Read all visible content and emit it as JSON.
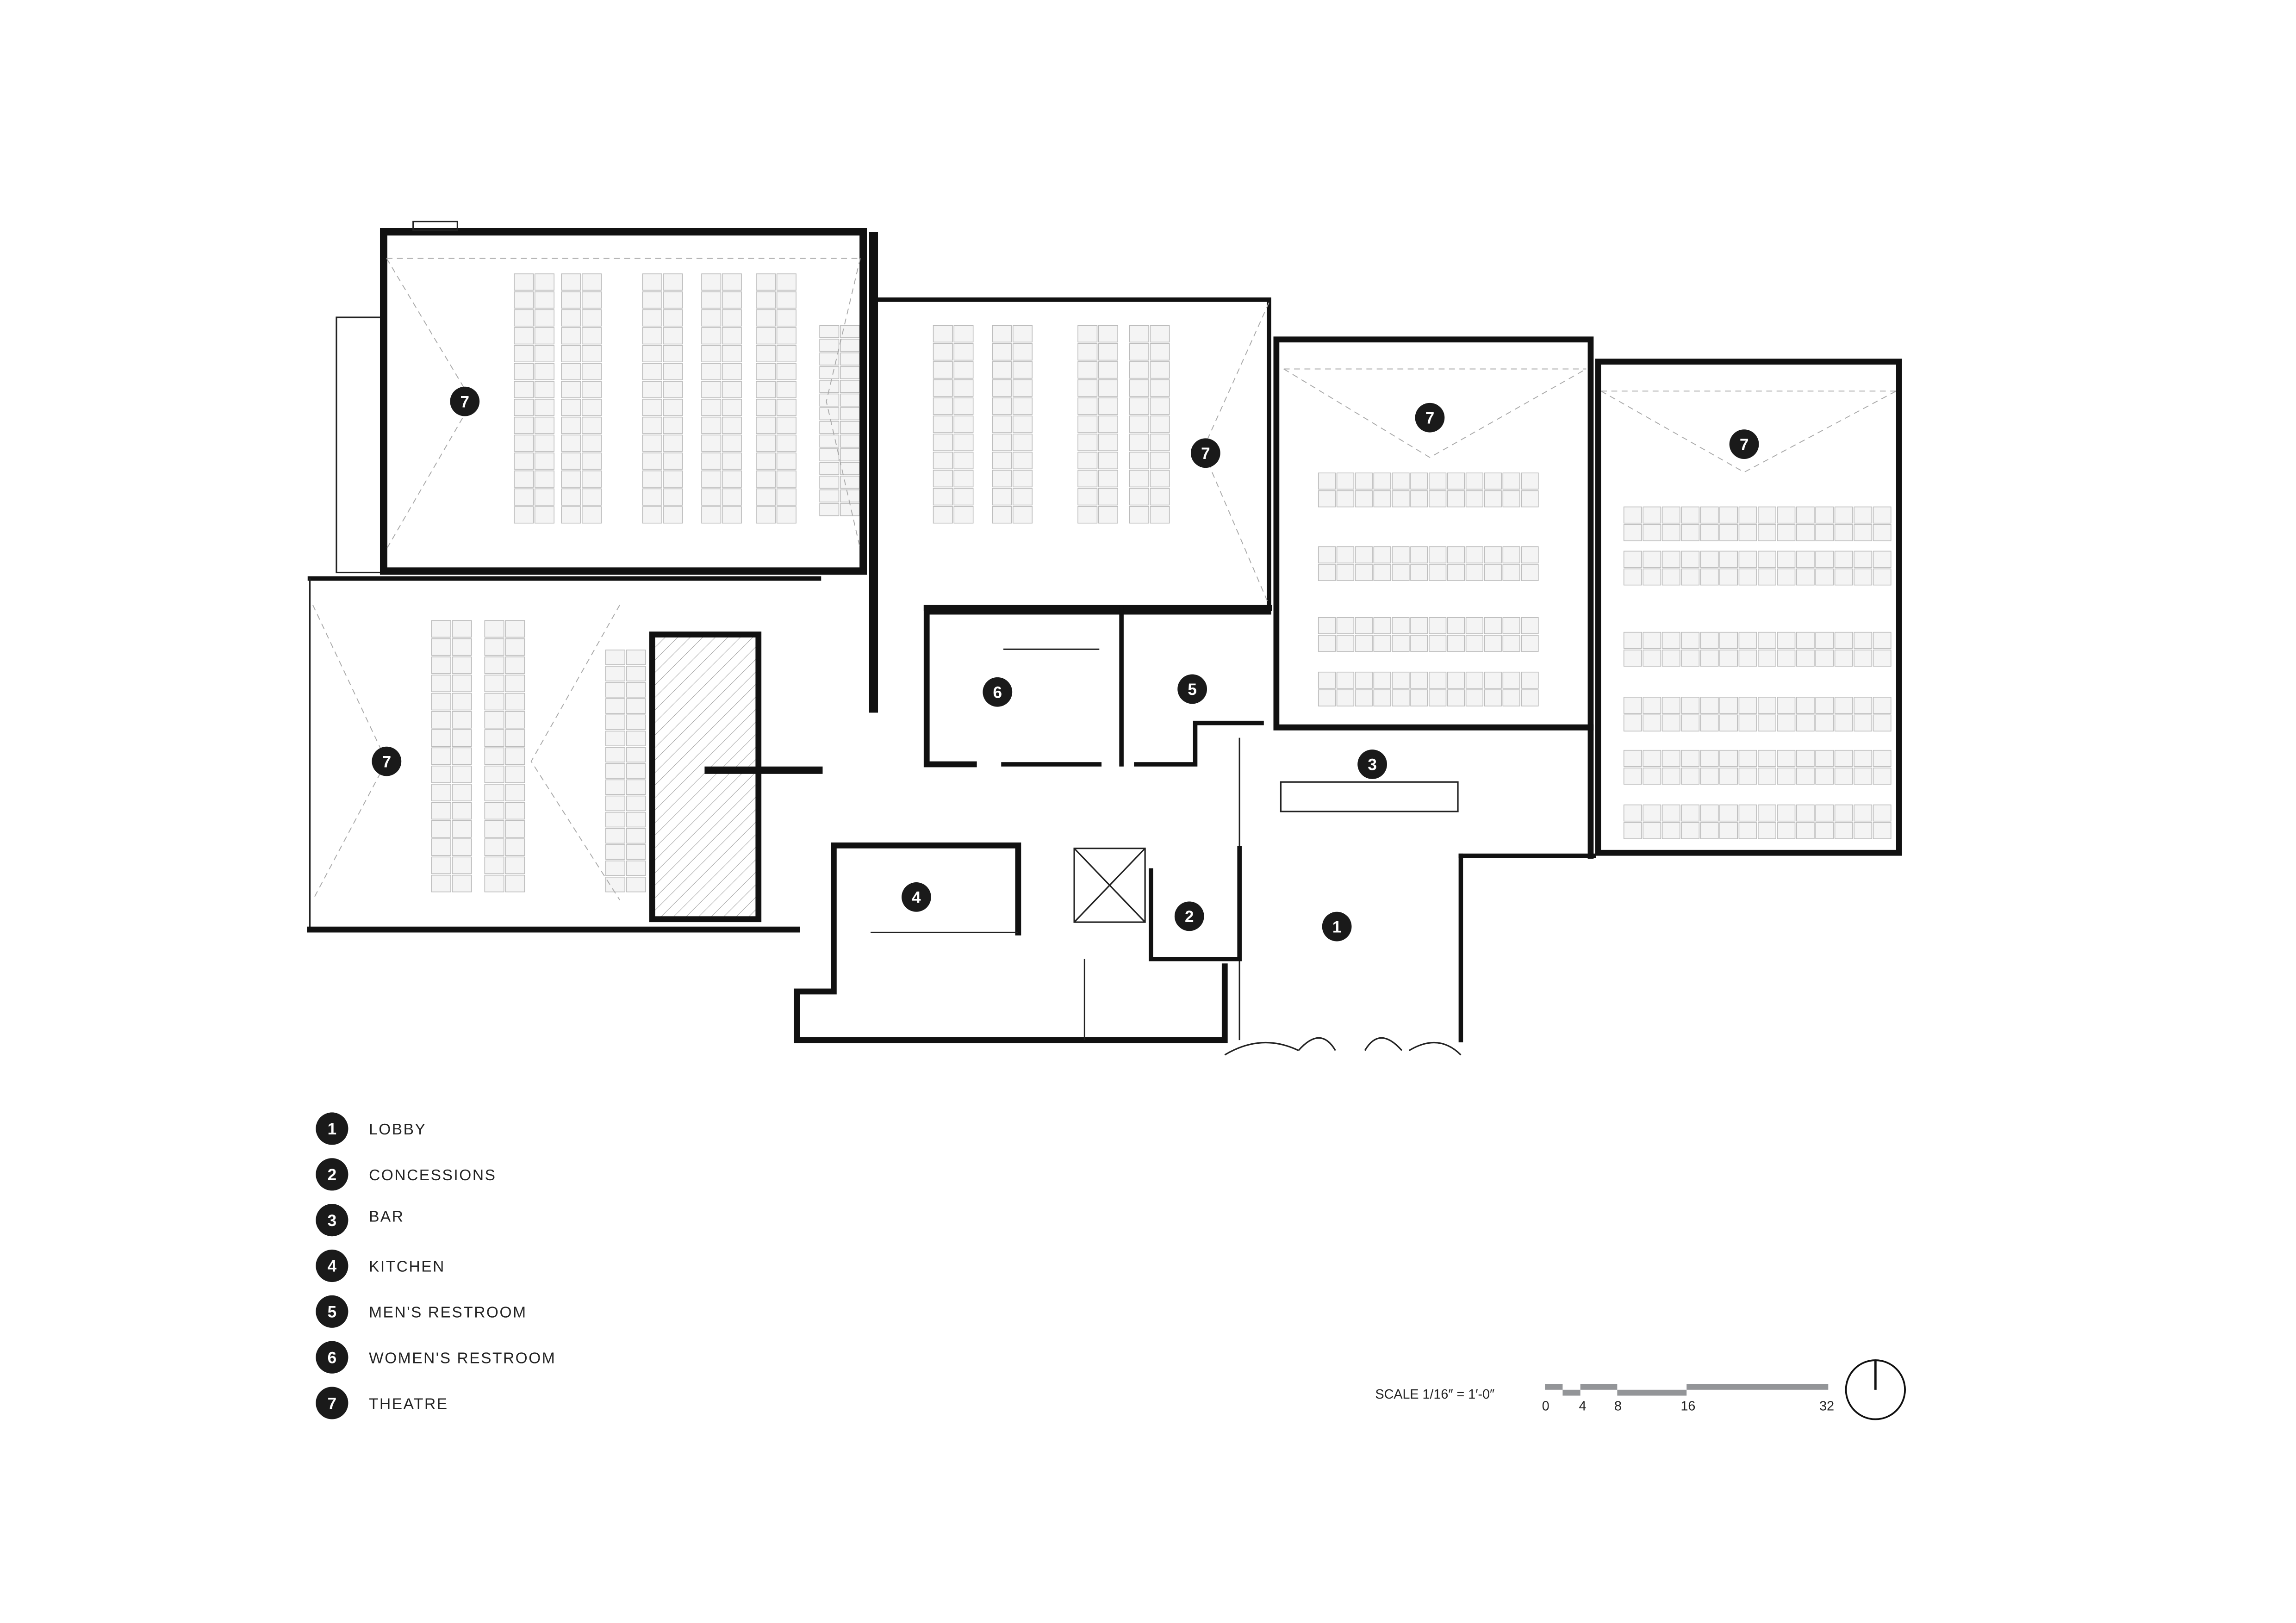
{
  "legend": [
    {
      "num": "1",
      "label": "LOBBY"
    },
    {
      "num": "2",
      "label": "CONCESSIONS"
    },
    {
      "num": "3",
      "label": "BAR"
    },
    {
      "num": "4",
      "label": "KITCHEN"
    },
    {
      "num": "5",
      "label": "MEN'S RESTROOM"
    },
    {
      "num": "6",
      "label": "WOMEN'S RESTROOM"
    },
    {
      "num": "7",
      "label": "THEATRE"
    }
  ],
  "markers": {
    "lobby": "1",
    "concessions": "2",
    "bar": "3",
    "kitchen": "4",
    "mens": "5",
    "womens": "6",
    "theatre": "7"
  },
  "scale": {
    "label": "SCALE 1/16″ = 1′-0″",
    "ticks": [
      "0",
      "4",
      "8",
      "16",
      "32"
    ]
  },
  "colors": {
    "wall": "#111111",
    "scale_bar": "#939598"
  }
}
